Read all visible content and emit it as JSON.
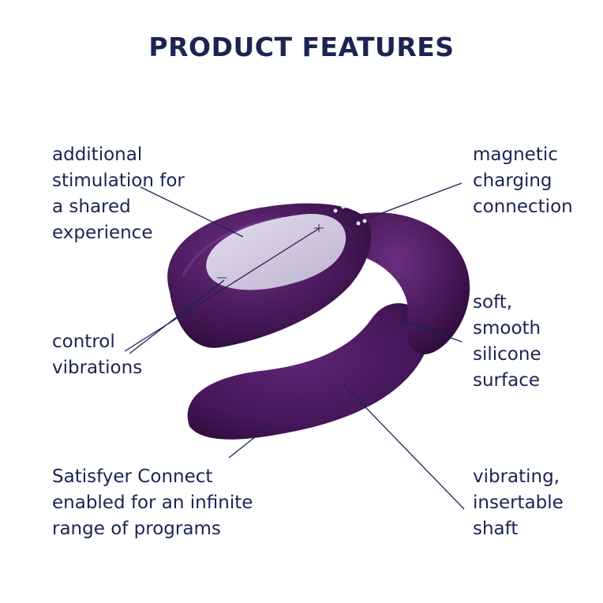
{
  "title": "PRODUCT FEATURES",
  "features": [
    {
      "lines": [
        "additional",
        "stimulation for",
        "a shared",
        "experience"
      ]
    },
    {
      "lines": [
        "magnetic",
        "charging",
        "connection"
      ]
    },
    {
      "lines": [
        "control",
        "vibrations"
      ]
    },
    {
      "lines": [
        "soft,",
        "smooth",
        "silicone",
        "surface"
      ]
    },
    {
      "lines": [
        "Satisfyer Connect",
        "enabled for an infinite",
        "range of programs"
      ]
    },
    {
      "lines": [
        "vibrating,",
        "insertable",
        "shaft"
      ]
    }
  ],
  "colors": {
    "text": "#1b2452",
    "product_body": "#4a1a5c",
    "control_pad": "#cfc6dc",
    "background": "#ffffff"
  }
}
